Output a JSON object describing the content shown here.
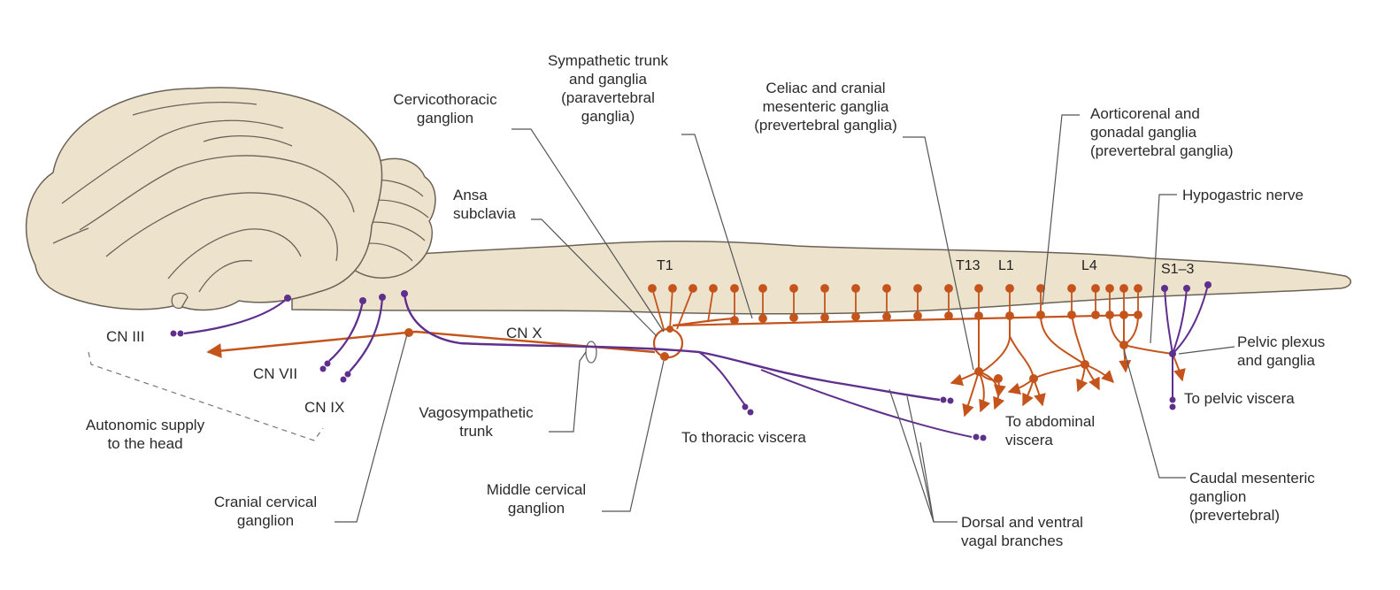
{
  "colors": {
    "brain_fill": "#ede3cd",
    "outline": "#6b6256",
    "sympathetic": "#c4541c",
    "parasympathetic": "#5e2f8c",
    "leader": "#555555"
  },
  "labels": {
    "sympathetic_trunk": "Sympathetic trunk\nand ganglia\n(paravertebral\nganglia)",
    "cervicothoracic": "Cervicothoracic\nganglion",
    "celiac": "Celiac and cranial\nmesenteric ganglia\n(prevertebral ganglia)",
    "aorticorenal": "Aorticorenal and\ngonadal ganglia\n(prevertebral ganglia)",
    "hypogastric": "Hypogastric nerve",
    "ansa": "Ansa\nsubclavia",
    "cn_iii": "CN III",
    "cn_vii": "CN VII",
    "cn_ix": "CN IX",
    "cn_x": "CN X",
    "autonomic_head": "Autonomic supply\nto the head",
    "vagosympathetic": "Vagosympathetic\ntrunk",
    "thoracic_viscera": "To thoracic viscera",
    "abdominal_viscera": "To abdominal\nviscera",
    "pelvic_plexus": "Pelvic plexus\nand ganglia",
    "pelvic_viscera": "To pelvic viscera",
    "cranial_cervical": "Cranial cervical\nganglion",
    "middle_cervical": "Middle cervical\nganglion",
    "dorsal_ventral": "Dorsal and ventral\nvagal branches",
    "caudal_mesenteric": "Caudal mesenteric\nganglion\n(prevertebral)"
  },
  "segments": {
    "t1": "T1",
    "t13": "T13",
    "l1": "L1",
    "l4": "L4",
    "s1_3": "S1–3"
  }
}
